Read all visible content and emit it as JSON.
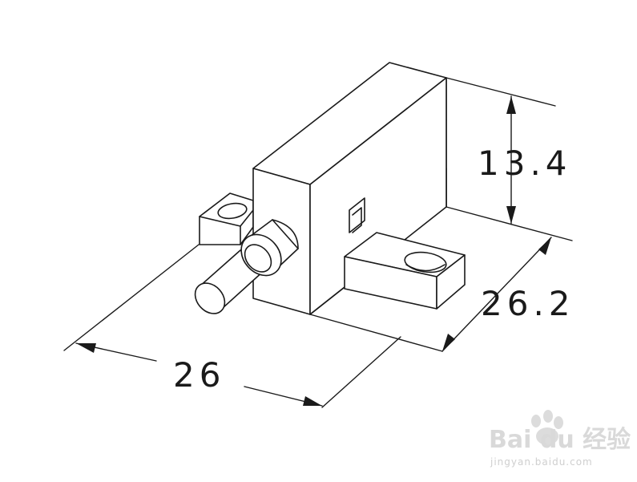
{
  "dimensions": {
    "height_label": "13.4",
    "depth_label": "26.2",
    "width_label": "26"
  },
  "watermark": {
    "logo_text": "Bai du 经验",
    "url_text": "jingyan.baidu.com"
  },
  "colors": {
    "line": "#1a1a1a",
    "watermark": "#d9d9d9"
  }
}
